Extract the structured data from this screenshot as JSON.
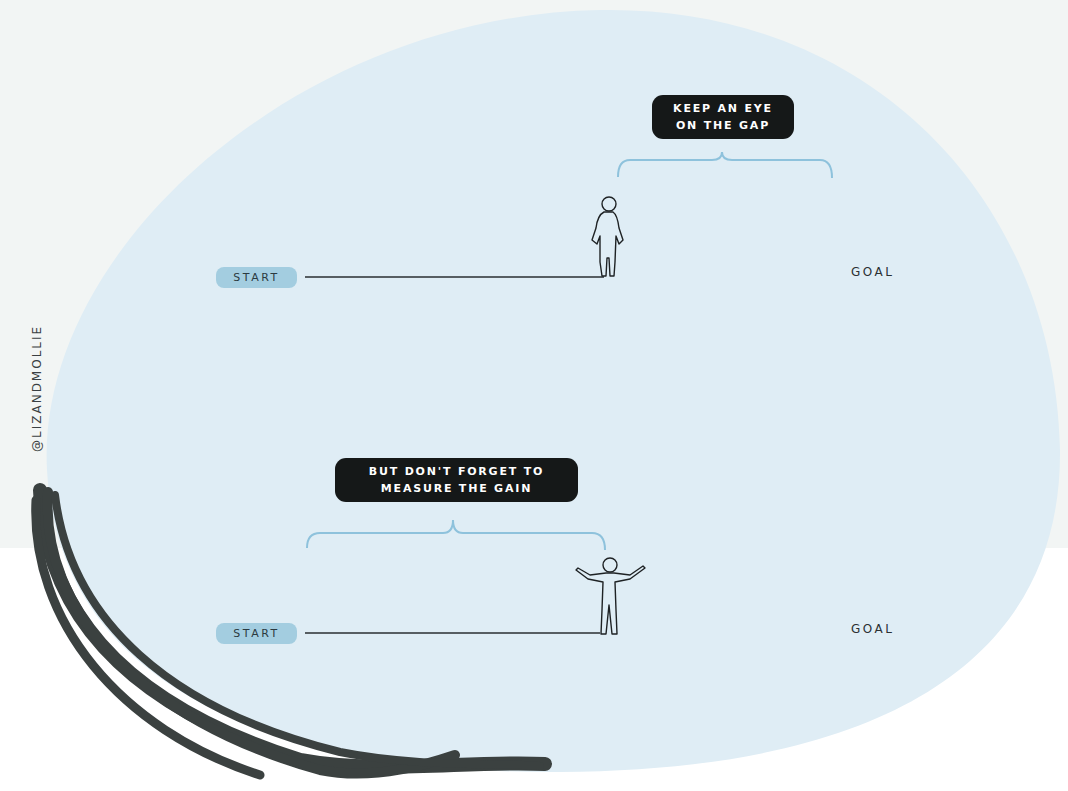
{
  "diagram": {
    "nodes": [
      {
        "text": [
          "KEEP AN EYE ON THE GAP"
        ]
      },
      {
        "text": [
          "START"
        ]
      },
      {
        "text": [
          "BUT DON'T FORGET TO MEASURE THE GAIN"
        ]
      },
      {
        "text": [
          "START"
        ]
      }
    ],
    "labels": [
      "GOAL",
      "GOAL",
      "@LIZANDMOLLIE"
    ]
  }
}
